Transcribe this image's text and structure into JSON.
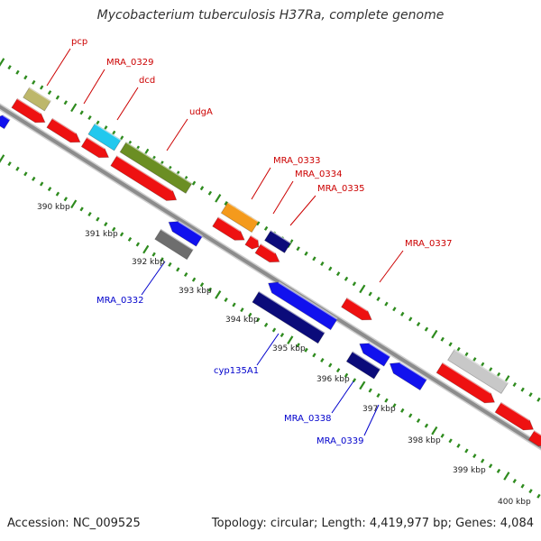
{
  "title": "Mycobacterium tuberculosis H37Ra, complete genome",
  "footer": {
    "accession": "Accession: NC_009525",
    "summary": "Topology: circular; Length: 4,419,977 bp; Genes: 4,084"
  },
  "colors": {
    "backbone": "#8c8c8c",
    "gc_ticks": "#2e8b1e",
    "gene_red": "#ee1111",
    "gene_blue": "#1111ee",
    "gene_navy": "#0b0b7a",
    "gene_olive": "#6b8e23",
    "gene_khaki": "#bdb76b",
    "gene_cyan": "#22c8ee",
    "gene_orange": "#f49a1c",
    "gene_gray": "#6e6e6e",
    "gene_lightgray": "#c8c8c8",
    "label_forward": "#cc0000",
    "label_reverse": "#0000cc"
  },
  "scale": {
    "unit": "kbp",
    "ticks": [
      {
        "value": 390,
        "label": "390 kbp"
      },
      {
        "value": 391,
        "label": "391 kbp"
      },
      {
        "value": 392,
        "label": "392 kbp"
      },
      {
        "value": 393,
        "label": "393 kbp"
      },
      {
        "value": 394,
        "label": "394 kbp"
      },
      {
        "value": 395,
        "label": "395 kbp"
      },
      {
        "value": 396,
        "label": "396 kbp"
      },
      {
        "value": 397,
        "label": "397 kbp"
      },
      {
        "value": 398,
        "label": "398 kbp"
      },
      {
        "value": 399,
        "label": "399 kbp"
      },
      {
        "value": 400,
        "label": "400 kbp"
      }
    ]
  },
  "gene_labels": [
    {
      "id": "pcp",
      "text": "pcp",
      "strand": "forward"
    },
    {
      "id": "mra0329",
      "text": "MRA_0329",
      "strand": "forward"
    },
    {
      "id": "dcd",
      "text": "dcd",
      "strand": "forward"
    },
    {
      "id": "udga",
      "text": "udgA",
      "strand": "forward"
    },
    {
      "id": "mra0333",
      "text": "MRA_0333",
      "strand": "forward"
    },
    {
      "id": "mra0334",
      "text": "MRA_0334",
      "strand": "forward"
    },
    {
      "id": "mra0335",
      "text": "MRA_0335",
      "strand": "forward"
    },
    {
      "id": "mra0337",
      "text": "MRA_0337",
      "strand": "forward"
    },
    {
      "id": "mra0332",
      "text": "MRA_0332",
      "strand": "reverse"
    },
    {
      "id": "cyp135a1",
      "text": "cyp135A1",
      "strand": "reverse"
    },
    {
      "id": "mra0338",
      "text": "MRA_0338",
      "strand": "reverse"
    },
    {
      "id": "mra0339",
      "text": "MRA_0339",
      "strand": "reverse"
    }
  ]
}
